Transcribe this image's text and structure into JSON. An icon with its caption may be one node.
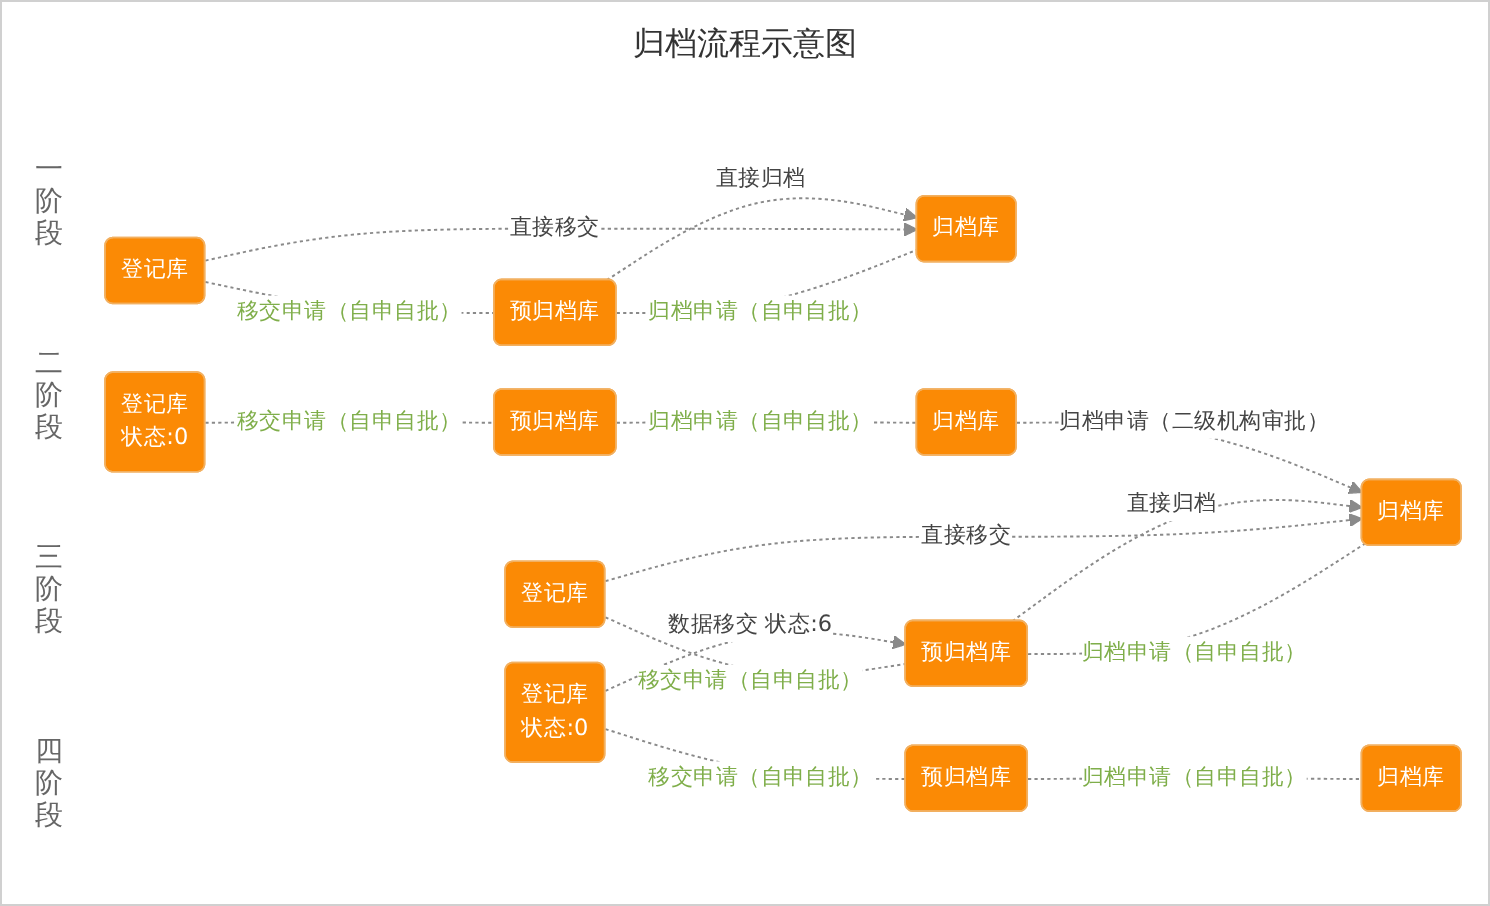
{
  "diagram": {
    "title": "归档流程示意图",
    "nodes": [
      {
        "text": [
          "登记库"
        ]
      },
      {
        "text": [
          "预归档库"
        ]
      },
      {
        "text": [
          "归档库"
        ]
      },
      {
        "text": [
          "登记库"
        ]
      },
      {
        "text": [
          "预归档库"
        ]
      },
      {
        "text": [
          "归档库"
        ]
      },
      {
        "text": [
          "登记库",
          "状态:0"
        ]
      },
      {
        "text": [
          "预归档库"
        ]
      },
      {
        "text": [
          "归档库"
        ]
      },
      {
        "text": [
          "登记库",
          "状态:0"
        ]
      },
      {
        "text": [
          "预归档库"
        ]
      },
      {
        "text": [
          "归档库"
        ]
      }
    ],
    "edges": [
      {
        "from": 0,
        "to": 1,
        "arrow": "none",
        "label": "移交申请（自申自批）",
        "style": "dashed"
      },
      {
        "from": 1,
        "to": 2,
        "arrow": "none",
        "label": "归档申请（自申自批）",
        "style": "dashed"
      },
      {
        "from": 0,
        "to": 2,
        "arrow": "to",
        "label": "直接移交",
        "style": "dashed"
      },
      {
        "from": 1,
        "to": 2,
        "arrow": "to",
        "label": "直接归档",
        "style": "dashed"
      },
      {
        "from": 3,
        "to": 4,
        "arrow": "none",
        "label": "移交申请（自申自批）",
        "style": "dashed"
      },
      {
        "from": 4,
        "to": 5,
        "arrow": "none",
        "label": "归档申请（自申自批）",
        "style": "dashed"
      },
      {
        "from": 3,
        "to": 5,
        "arrow": "to",
        "label": "直接移交",
        "style": "dashed"
      },
      {
        "from": 4,
        "to": 5,
        "arrow": "to",
        "label": "直接归档",
        "style": "dashed"
      },
      {
        "from": 6,
        "to": 7,
        "arrow": "none",
        "label": "移交申请（自申自批）",
        "style": "dashed"
      },
      {
        "from": 7,
        "to": 8,
        "arrow": "none",
        "label": "归档申请（自申自批）",
        "style": "dashed"
      },
      {
        "from": 9,
        "to": 10,
        "arrow": "none",
        "label": "移交申请（自申自批）",
        "style": "dashed"
      },
      {
        "from": 10,
        "to": 11,
        "arrow": "none",
        "label": "归档申请（自申自批）",
        "style": "dashed"
      },
      {
        "from": 9,
        "to": 4,
        "arrow": "to",
        "label": "数据移交 状态:6",
        "style": "dashed"
      },
      {
        "from": 8,
        "to": 5,
        "arrow": "to",
        "label": "归档申请（二级机构审批）",
        "style": "dashed"
      }
    ],
    "labels": [
      "一阶段",
      "二阶段",
      "三阶段",
      "四阶段"
    ]
  }
}
